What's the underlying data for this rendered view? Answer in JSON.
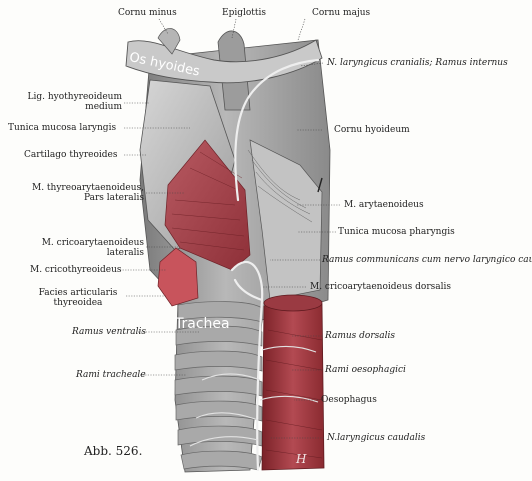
{
  "figure_label": "Abb. 526.",
  "structure_labels": {
    "os_hyoides": "Os hyoides",
    "trachea": "Trachea"
  },
  "signature": "H",
  "labels": [
    {
      "id": "cornu-minus",
      "text": "Cornu minus",
      "italic": false
    },
    {
      "id": "epiglottis",
      "text": "Epiglottis",
      "italic": false
    },
    {
      "id": "cornu-majus",
      "text": "Cornu majus",
      "italic": false
    },
    {
      "id": "n-laryngicus-cranialis",
      "text": "N. laryngicus cranialis; Ramus internus",
      "italic": true
    },
    {
      "id": "lig-hyothyreoideum-1",
      "text": "Lig. hyothyreoideum",
      "italic": false
    },
    {
      "id": "lig-hyothyreoideum-2",
      "text": "medium",
      "italic": false
    },
    {
      "id": "tunica-mucosa-laryngis",
      "text": "Tunica mucosa laryngis",
      "italic": false
    },
    {
      "id": "cornu-hyoideum",
      "text": "Cornu hyoideum",
      "italic": false
    },
    {
      "id": "cartilago-thyreoides",
      "text": "Cartilago thyreoides",
      "italic": false
    },
    {
      "id": "m-thyreoarytaenoideus-1",
      "text": "M. thyreoarytaenoideus,",
      "italic": false
    },
    {
      "id": "m-thyreoarytaenoideus-2",
      "text": "Pars lateralis",
      "italic": false
    },
    {
      "id": "m-arytaenoideus",
      "text": "M. arytaenoideus",
      "italic": false
    },
    {
      "id": "tunica-mucosa-pharyngis",
      "text": "Tunica mucosa pharyngis",
      "italic": false
    },
    {
      "id": "m-cricoarytaenoideus-lateralis-1",
      "text": "M. cricoarytaenoideus",
      "italic": false
    },
    {
      "id": "m-cricoarytaenoideus-lateralis-2",
      "text": "lateralis",
      "italic": false
    },
    {
      "id": "ramus-communicans",
      "text": "Ramus communicans cum nervo laryngico caudali",
      "italic": true
    },
    {
      "id": "m-cricothyreoideus",
      "text": "M. cricothyreoideus",
      "italic": false
    },
    {
      "id": "m-cricoarytaenoideus-dorsalis",
      "text": "M. cricoarytaenoideus dorsalis",
      "italic": false
    },
    {
      "id": "facies-articularis-1",
      "text": "Facies articularis",
      "italic": false
    },
    {
      "id": "facies-articularis-2",
      "text": "thyreoidea",
      "italic": false
    },
    {
      "id": "ramus-ventralis",
      "text": "Ramus ventralis",
      "italic": true
    },
    {
      "id": "ramus-dorsalis",
      "text": "Ramus dorsalis",
      "italic": true
    },
    {
      "id": "rami-tracheales",
      "text": "Rami tracheale",
      "italic": true
    },
    {
      "id": "rami-oesophagici",
      "text": "Rami oesophagici",
      "italic": true
    },
    {
      "id": "oesophagus",
      "text": "Oesophagus",
      "italic": false
    },
    {
      "id": "n-laryngicus-caudalis",
      "text": "N.laryngicus caudalis",
      "italic": true
    }
  ]
}
